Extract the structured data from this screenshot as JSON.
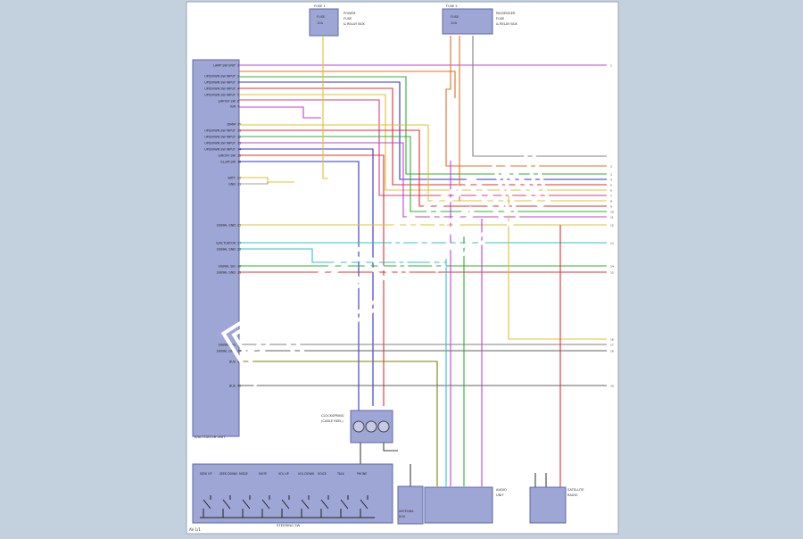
{
  "watermark": "PREVIEW",
  "colors": {
    "page_bg": "#c3d0de",
    "sheet_bg": "#ffffff",
    "module_fill": "#9ea6d6",
    "module_stroke": "#5e68a8"
  },
  "ecu_pins": [
    {
      "label": "LAMP SW UNIT",
      "pin": "1"
    },
    {
      "label": "UP/DOWN SW INPUT",
      "pin": "2"
    },
    {
      "label": "UP/DOWN SW INPUT",
      "pin": "3"
    },
    {
      "label": "UP/DOWN SW INPUT",
      "pin": "4"
    },
    {
      "label": "UP/DOWN SW INPUT",
      "pin": "5"
    },
    {
      "label": "S/ROOF SW",
      "pin": "6"
    },
    {
      "label": "IGN",
      "pin": "7"
    },
    {
      "label": "DIMM",
      "pin": "10"
    },
    {
      "label": "UP/DOWN SW INPUT",
      "pin": "11"
    },
    {
      "label": "UP/DOWN SW INPUT",
      "pin": "12"
    },
    {
      "label": "UP/DOWN SW INPUT",
      "pin": "13"
    },
    {
      "label": "UP/DOWN SW INPUT",
      "pin": "14"
    },
    {
      "label": "S/ROOF SW",
      "pin": "15"
    },
    {
      "label": "ILLUM SW",
      "pin": "16"
    },
    {
      "label": "BATT",
      "pin": "20"
    },
    {
      "label": "GND",
      "pin": "21"
    },
    {
      "label": "SIGNAL GND",
      "pin": "25"
    },
    {
      "label": "E/ACTUATOR",
      "pin": "27"
    },
    {
      "label": "SIGNAL GND",
      "pin": "28"
    },
    {
      "label": "SIGNAL SIG",
      "pin": "30"
    },
    {
      "label": "SIGNAL GND",
      "pin": "31"
    },
    {
      "label": "SIGNAL SIG",
      "pin": "36"
    },
    {
      "label": "SIGNAL GND",
      "pin": "37"
    },
    {
      "label": "BUS",
      "pin": "40"
    },
    {
      "label": "BUS",
      "pin": "45"
    }
  ],
  "ecu_bottom_label": "E/ACTUATOR UNIT",
  "fuse_left": {
    "header": "FUSE 1",
    "lines": [
      "FUSE",
      "10A"
    ],
    "desc": [
      "POWER",
      "FUSE",
      "& RELAY BOX"
    ]
  },
  "fuse_right": {
    "header": "FUSE 2",
    "lines": [
      "FUSE",
      "10A"
    ],
    "desc": [
      "PASSENGER",
      "FUSE",
      "& RELAY BOX"
    ]
  },
  "clock_spring_label": [
    "CLOCKSPRING",
    "(CABLE REEL)"
  ],
  "switch_module_label": "STEERING SW",
  "switch_labels": [
    "SEEK UP",
    "SEEK DOWN",
    "MODE",
    "MUTE",
    "VOL UP",
    "VOL DOWN",
    "VOICE",
    "TALK",
    "PHONE"
  ],
  "aux_connector_label": [
    "ANTENNA",
    "BOX"
  ],
  "mid_connector_label": [
    "AUDIO",
    "UNIT"
  ],
  "right_connector_label": [
    "SATELLITE",
    "RADIO"
  ],
  "corner_label": "AV 1/1"
}
